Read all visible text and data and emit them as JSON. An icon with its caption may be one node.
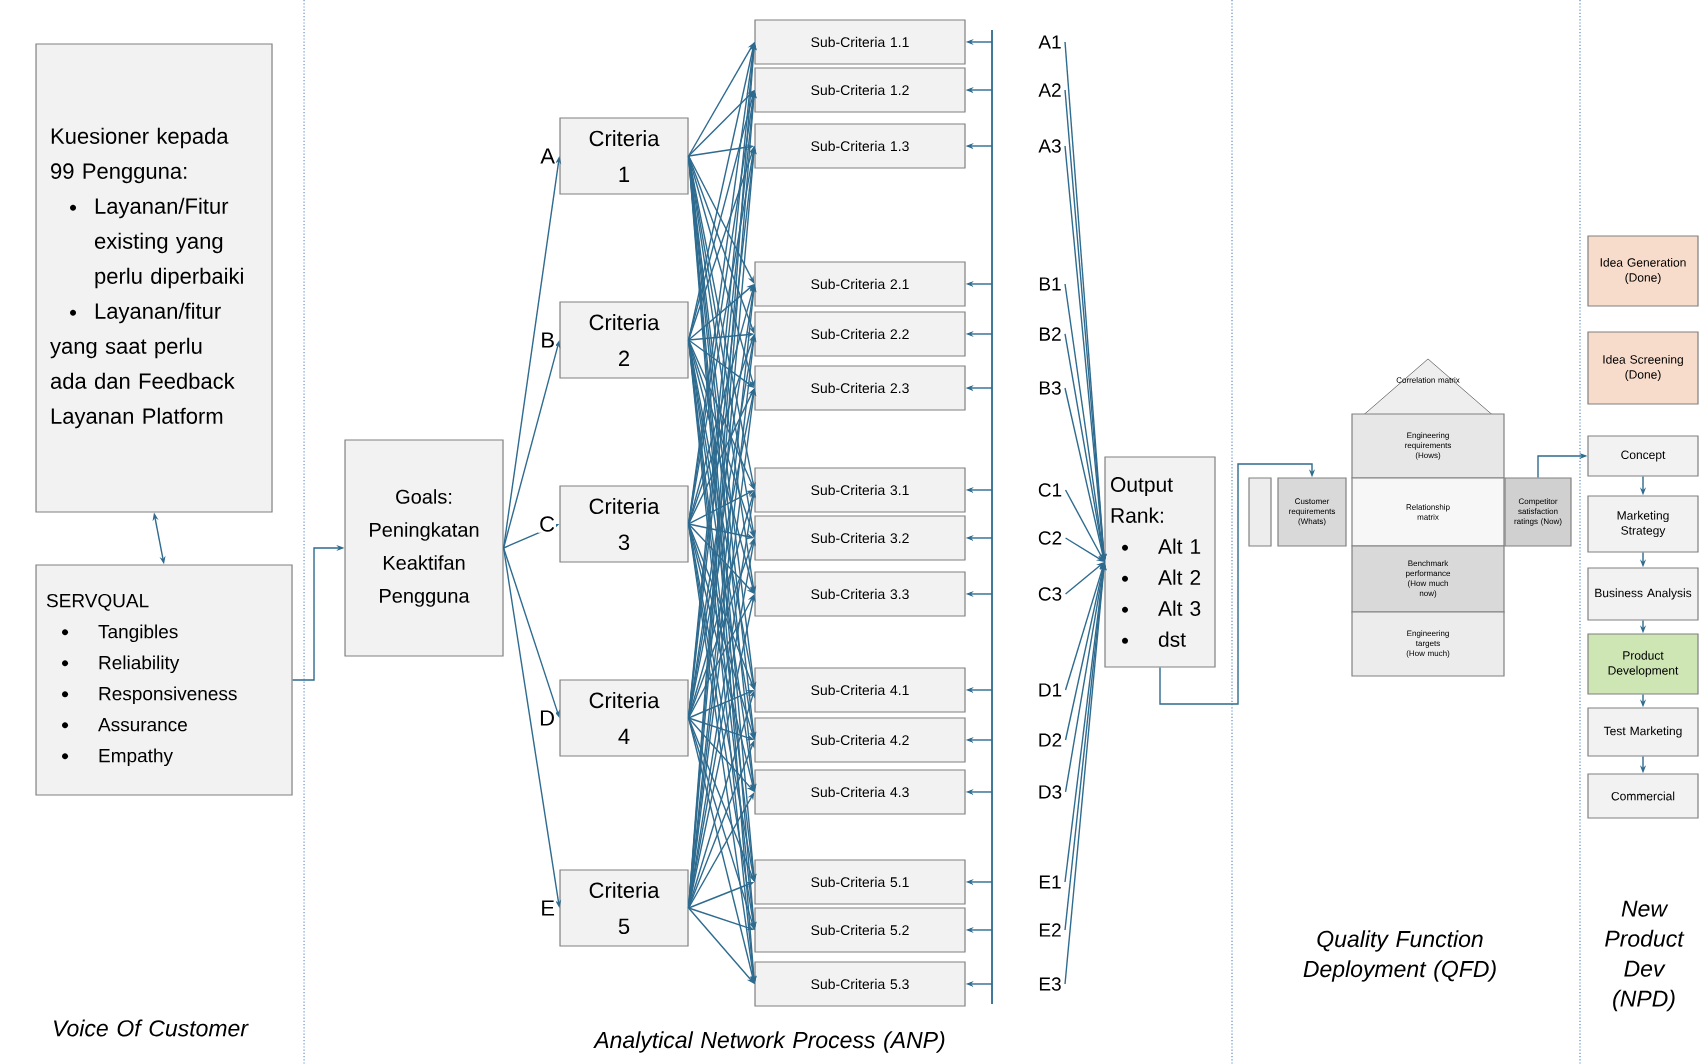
{
  "diagram": {
    "nodes": [
      {
        "text": [
          "Kuesioner kepada 99 Pengguna:",
          "Layanan/Fitur existing yang perlu diperbaiki",
          "Layanan/fitur yang saat perlu ada dan Feedback Layanan Platform"
        ]
      },
      {
        "text": [
          "SERVQUAL",
          "Tangibles",
          "Reliability",
          "Responsiveness",
          "Assurance",
          "Empathy"
        ]
      },
      {
        "text": [
          "Goals:",
          "Peningkatan Keaktifan Pengguna"
        ]
      },
      {
        "text": [
          "Criteria 1"
        ]
      },
      {
        "text": [
          "Criteria 2"
        ]
      },
      {
        "text": [
          "Criteria 3"
        ]
      },
      {
        "text": [
          "Criteria 4"
        ]
      },
      {
        "text": [
          "Criteria 5"
        ]
      },
      {
        "text": [
          "Sub-Criteria 1.1"
        ]
      },
      {
        "text": [
          "Sub-Criteria 1.2"
        ]
      },
      {
        "text": [
          "Sub-Criteria 1.3"
        ]
      },
      {
        "text": [
          "Sub-Criteria 2.1"
        ]
      },
      {
        "text": [
          "Sub-Criteria 2.2"
        ]
      },
      {
        "text": [
          "Sub-Criteria 2.3"
        ]
      },
      {
        "text": [
          "Sub-Criteria 3.1"
        ]
      },
      {
        "text": [
          "Sub-Criteria 3.2"
        ]
      },
      {
        "text": [
          "Sub-Criteria 3.3"
        ]
      },
      {
        "text": [
          "Sub-Criteria 4.1"
        ]
      },
      {
        "text": [
          "Sub-Criteria 4.2"
        ]
      },
      {
        "text": [
          "Sub-Criteria 4.3"
        ]
      },
      {
        "text": [
          "Sub-Criteria 5.1"
        ]
      },
      {
        "text": [
          "Sub-Criteria 5.2"
        ]
      },
      {
        "text": [
          "Sub-Criteria 5.3"
        ]
      },
      {
        "text": [
          "A1"
        ]
      },
      {
        "text": [
          "A2"
        ]
      },
      {
        "text": [
          "A3"
        ]
      },
      {
        "text": [
          "B1"
        ]
      },
      {
        "text": [
          "B2"
        ]
      },
      {
        "text": [
          "B3"
        ]
      },
      {
        "text": [
          "C1"
        ]
      },
      {
        "text": [
          "C2"
        ]
      },
      {
        "text": [
          "C3"
        ]
      },
      {
        "text": [
          "D1"
        ]
      },
      {
        "text": [
          "D2"
        ]
      },
      {
        "text": [
          "D3"
        ]
      },
      {
        "text": [
          "E1"
        ]
      },
      {
        "text": [
          "E2"
        ]
      },
      {
        "text": [
          "E3"
        ]
      },
      {
        "text": [
          "Output Rank:",
          "Alt 1",
          "Alt 2",
          "Alt 3",
          "dst"
        ]
      },
      {
        "text": [],
        "shape": "box"
      },
      {
        "text": [
          "Customer requirements (Whats)"
        ]
      },
      {
        "text": [
          "Correlation matrix"
        ]
      },
      {
        "text": [
          "Engineering requirements (Hows)"
        ]
      },
      {
        "text": [
          "Relationship matrix"
        ]
      },
      {
        "text": [
          "Benchmark performance (How much now)"
        ]
      },
      {
        "text": [
          "Engineering targets (How much)"
        ]
      },
      {
        "text": [
          "Competitor satisfaction ratings (Now)"
        ]
      },
      {
        "text": [
          "Idea Generation (Done)"
        ]
      },
      {
        "text": [
          "Idea Screening (Done)"
        ]
      },
      {
        "text": [
          "Concept"
        ]
      },
      {
        "text": [
          "Marketing Strategy"
        ]
      },
      {
        "text": [
          "Business Analysis"
        ]
      },
      {
        "text": [
          "Product Development"
        ]
      },
      {
        "text": [
          "Test Marketing"
        ]
      },
      {
        "text": [
          "Commercial"
        ]
      }
    ],
    "edges": [
      {
        "from": 0,
        "to": 1,
        "arrow": "both"
      },
      {
        "from": 1,
        "to": 2,
        "arrow": "to"
      },
      {
        "from": 2,
        "to": 3,
        "arrow": "to",
        "label": "A"
      },
      {
        "from": 2,
        "to": 4,
        "arrow": "to",
        "label": "B"
      },
      {
        "from": 2,
        "to": 5,
        "arrow": "to",
        "label": "C"
      },
      {
        "from": 2,
        "to": 6,
        "arrow": "to",
        "label": "D"
      },
      {
        "from": 2,
        "to": 7,
        "arrow": "to",
        "label": "E"
      },
      {
        "from": 3,
        "to": 8,
        "arrow": "to"
      },
      {
        "from": 3,
        "to": 9,
        "arrow": "to"
      },
      {
        "from": 3,
        "to": 10,
        "arrow": "to"
      },
      {
        "from": 3,
        "to": 11,
        "arrow": "to"
      },
      {
        "from": 3,
        "to": 12,
        "arrow": "to"
      },
      {
        "from": 3,
        "to": 13,
        "arrow": "to"
      },
      {
        "from": 3,
        "to": 14,
        "arrow": "to"
      },
      {
        "from": 3,
        "to": 15,
        "arrow": "to"
      },
      {
        "from": 3,
        "to": 16,
        "arrow": "to"
      },
      {
        "from": 3,
        "to": 17,
        "arrow": "to"
      },
      {
        "from": 3,
        "to": 18,
        "arrow": "to"
      },
      {
        "from": 3,
        "to": 19,
        "arrow": "to"
      },
      {
        "from": 3,
        "to": 20,
        "arrow": "to"
      },
      {
        "from": 3,
        "to": 21,
        "arrow": "to"
      },
      {
        "from": 3,
        "to": 22,
        "arrow": "to"
      },
      {
        "from": 4,
        "to": 8,
        "arrow": "to"
      },
      {
        "from": 4,
        "to": 9,
        "arrow": "to"
      },
      {
        "from": 4,
        "to": 10,
        "arrow": "to"
      },
      {
        "from": 4,
        "to": 11,
        "arrow": "to"
      },
      {
        "from": 4,
        "to": 12,
        "arrow": "to"
      },
      {
        "from": 4,
        "to": 13,
        "arrow": "to"
      },
      {
        "from": 4,
        "to": 14,
        "arrow": "to"
      },
      {
        "from": 4,
        "to": 15,
        "arrow": "to"
      },
      {
        "from": 4,
        "to": 16,
        "arrow": "to"
      },
      {
        "from": 4,
        "to": 17,
        "arrow": "to"
      },
      {
        "from": 4,
        "to": 18,
        "arrow": "to"
      },
      {
        "from": 4,
        "to": 19,
        "arrow": "to"
      },
      {
        "from": 4,
        "to": 20,
        "arrow": "to"
      },
      {
        "from": 4,
        "to": 21,
        "arrow": "to"
      },
      {
        "from": 4,
        "to": 22,
        "arrow": "to"
      },
      {
        "from": 5,
        "to": 8,
        "arrow": "to"
      },
      {
        "from": 5,
        "to": 9,
        "arrow": "to"
      },
      {
        "from": 5,
        "to": 10,
        "arrow": "to"
      },
      {
        "from": 5,
        "to": 11,
        "arrow": "to"
      },
      {
        "from": 5,
        "to": 12,
        "arrow": "to"
      },
      {
        "from": 5,
        "to": 13,
        "arrow": "to"
      },
      {
        "from": 5,
        "to": 14,
        "arrow": "to"
      },
      {
        "from": 5,
        "to": 15,
        "arrow": "to"
      },
      {
        "from": 5,
        "to": 16,
        "arrow": "to"
      },
      {
        "from": 5,
        "to": 17,
        "arrow": "to"
      },
      {
        "from": 5,
        "to": 18,
        "arrow": "to"
      },
      {
        "from": 5,
        "to": 19,
        "arrow": "to"
      },
      {
        "from": 5,
        "to": 20,
        "arrow": "to"
      },
      {
        "from": 5,
        "to": 21,
        "arrow": "to"
      },
      {
        "from": 5,
        "to": 22,
        "arrow": "to"
      },
      {
        "from": 6,
        "to": 8,
        "arrow": "to"
      },
      {
        "from": 6,
        "to": 9,
        "arrow": "to"
      },
      {
        "from": 6,
        "to": 10,
        "arrow": "to"
      },
      {
        "from": 6,
        "to": 11,
        "arrow": "to"
      },
      {
        "from": 6,
        "to": 12,
        "arrow": "to"
      },
      {
        "from": 6,
        "to": 13,
        "arrow": "to"
      },
      {
        "from": 6,
        "to": 14,
        "arrow": "to"
      },
      {
        "from": 6,
        "to": 15,
        "arrow": "to"
      },
      {
        "from": 6,
        "to": 16,
        "arrow": "to"
      },
      {
        "from": 6,
        "to": 17,
        "arrow": "to"
      },
      {
        "from": 6,
        "to": 18,
        "arrow": "to"
      },
      {
        "from": 6,
        "to": 19,
        "arrow": "to"
      },
      {
        "from": 6,
        "to": 20,
        "arrow": "to"
      },
      {
        "from": 6,
        "to": 21,
        "arrow": "to"
      },
      {
        "from": 6,
        "to": 22,
        "arrow": "to"
      },
      {
        "from": 7,
        "to": 8,
        "arrow": "to"
      },
      {
        "from": 7,
        "to": 9,
        "arrow": "to"
      },
      {
        "from": 7,
        "to": 10,
        "arrow": "to"
      },
      {
        "from": 7,
        "to": 11,
        "arrow": "to"
      },
      {
        "from": 7,
        "to": 12,
        "arrow": "to"
      },
      {
        "from": 7,
        "to": 13,
        "arrow": "to"
      },
      {
        "from": 7,
        "to": 14,
        "arrow": "to"
      },
      {
        "from": 7,
        "to": 15,
        "arrow": "to"
      },
      {
        "from": 7,
        "to": 16,
        "arrow": "to"
      },
      {
        "from": 7,
        "to": 17,
        "arrow": "to"
      },
      {
        "from": 7,
        "to": 18,
        "arrow": "to"
      },
      {
        "from": 7,
        "to": 19,
        "arrow": "to"
      },
      {
        "from": 7,
        "to": 20,
        "arrow": "to"
      },
      {
        "from": 7,
        "to": 21,
        "arrow": "to"
      },
      {
        "from": 7,
        "to": 22,
        "arrow": "to"
      },
      {
        "from": null,
        "to": 8,
        "arrow": "to"
      },
      {
        "from": null,
        "to": 9,
        "arrow": "to"
      },
      {
        "from": null,
        "to": 10,
        "arrow": "to"
      },
      {
        "from": null,
        "to": 11,
        "arrow": "to"
      },
      {
        "from": null,
        "to": 12,
        "arrow": "to"
      },
      {
        "from": null,
        "to": 13,
        "arrow": "to"
      },
      {
        "from": null,
        "to": 14,
        "arrow": "to"
      },
      {
        "from": null,
        "to": 15,
        "arrow": "to"
      },
      {
        "from": null,
        "to": 16,
        "arrow": "to"
      },
      {
        "from": null,
        "to": 17,
        "arrow": "to"
      },
      {
        "from": null,
        "to": 18,
        "arrow": "to"
      },
      {
        "from": null,
        "to": 19,
        "arrow": "to"
      },
      {
        "from": null,
        "to": 20,
        "arrow": "to"
      },
      {
        "from": null,
        "to": 21,
        "arrow": "to"
      },
      {
        "from": null,
        "to": 22,
        "arrow": "to"
      },
      {
        "from": 23,
        "to": 38,
        "arrow": "to"
      },
      {
        "from": 24,
        "to": 38,
        "arrow": "to"
      },
      {
        "from": 25,
        "to": 38,
        "arrow": "to"
      },
      {
        "from": 26,
        "to": 38,
        "arrow": "to"
      },
      {
        "from": 27,
        "to": 38,
        "arrow": "to"
      },
      {
        "from": 28,
        "to": 38,
        "arrow": "to"
      },
      {
        "from": 29,
        "to": 38,
        "arrow": "to"
      },
      {
        "from": 30,
        "to": 38,
        "arrow": "to"
      },
      {
        "from": 31,
        "to": 38,
        "arrow": "to"
      },
      {
        "from": 32,
        "to": 38,
        "arrow": "to"
      },
      {
        "from": 33,
        "to": 38,
        "arrow": "to"
      },
      {
        "from": 34,
        "to": 38,
        "arrow": "to"
      },
      {
        "from": 35,
        "to": 38,
        "arrow": "to"
      },
      {
        "from": 36,
        "to": 38,
        "arrow": "to"
      },
      {
        "from": 37,
        "to": 38,
        "arrow": "to"
      },
      {
        "from": 38,
        "to": 40,
        "arrow": "to"
      },
      {
        "from": 46,
        "to": 49,
        "arrow": "to"
      },
      {
        "from": 49,
        "to": 50,
        "arrow": "to"
      },
      {
        "from": 50,
        "to": 51,
        "arrow": "to"
      },
      {
        "from": 51,
        "to": 52,
        "arrow": "to"
      },
      {
        "from": 52,
        "to": 53,
        "arrow": "to"
      },
      {
        "from": 53,
        "to": 54,
        "arrow": "to"
      }
    ],
    "labels": [
      "Voice Of Customer",
      "Analytical Network Process (ANP)",
      "Quality Function Deployment (QFD)",
      "New Product Dev (NPD)"
    ]
  }
}
